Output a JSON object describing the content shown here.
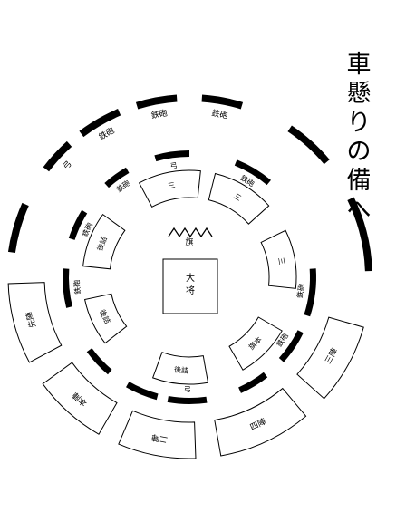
{
  "title": [
    "車",
    "懸",
    "り",
    "の",
    "備",
    "へ"
  ],
  "center": {
    "label": "大将"
  },
  "banner": {
    "label": "旗"
  },
  "outer_ring": [
    {
      "label": "鉄砲"
    },
    {
      "label": "鉄砲"
    },
    {
      "label": "鉄砲"
    },
    {
      "label": "弓"
    },
    {
      "label": ""
    },
    {
      "label": "先陣"
    },
    {
      "label": "本陣"
    },
    {
      "label": "二陣"
    },
    {
      "label": "三陣"
    },
    {
      "label": "四陣"
    },
    {
      "label": ""
    },
    {
      "label": ""
    }
  ],
  "middle_ring": [
    {
      "label": "弓"
    },
    {
      "label": "鉄砲"
    },
    {
      "label": "鉄砲"
    },
    {
      "label": "鉄砲"
    },
    {
      "label": ""
    },
    {
      "label": ""
    },
    {
      "label": "弓"
    },
    {
      "label": ""
    },
    {
      "label": "鉄砲"
    },
    {
      "label": "鉄砲"
    },
    {
      "label": "鉄砲"
    }
  ],
  "inner_ring": [
    {
      "label": "三"
    },
    {
      "label": "三"
    },
    {
      "label": "三"
    },
    {
      "label": "旗本"
    },
    {
      "label": "後詰"
    },
    {
      "label": "後詰"
    },
    {
      "label": "後詰"
    }
  ]
}
